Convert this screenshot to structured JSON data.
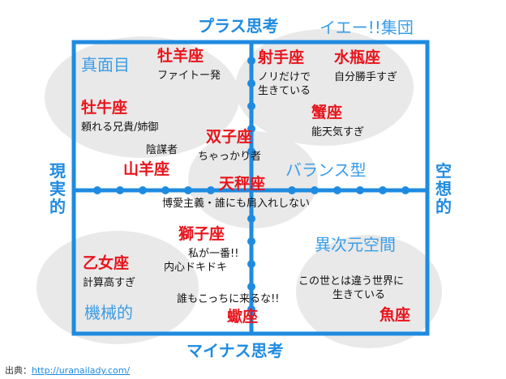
{
  "axes": {
    "top": "プラス思考",
    "bottom": "マイナス思考",
    "left": "現実的",
    "right": "空想的"
  },
  "groups": {
    "top_right": "イエー!!集団",
    "top_left": "真面目",
    "center": "バランス型",
    "bottom_right": "異次元空間",
    "bottom_left": "機械的"
  },
  "signs": {
    "aries": {
      "name": "牡羊座",
      "desc": "ファイトー発"
    },
    "taurus": {
      "name": "牡牛座",
      "desc": "頼れる兄貴/姉御"
    },
    "sagittarius": {
      "name": "射手座",
      "desc": [
        "ノリだけで",
        "生きている"
      ]
    },
    "aquarius": {
      "name": "水瓶座",
      "desc": "自分勝手すぎ"
    },
    "cancer": {
      "name": "蟹座",
      "desc": "能天気すぎ"
    },
    "gemini": {
      "name": "双子座",
      "desc": "ちゃっかり者"
    },
    "capricorn": {
      "name": "山羊座",
      "desc": "陰謀者"
    },
    "libra": {
      "name": "天秤座",
      "desc": "博愛主義・誰にも肩入れしない"
    },
    "leo": {
      "name": "獅子座",
      "desc": [
        "私が一番!!",
        "内心ドキドキ"
      ]
    },
    "virgo": {
      "name": "乙女座",
      "desc": "計算高すぎ"
    },
    "scorpio": {
      "name": "蠍座",
      "desc": "誰もこっちに来るな!!"
    },
    "pisces": {
      "name": "魚座",
      "desc": [
        "この世とは違う世界に",
        "生きている"
      ]
    }
  },
  "source": {
    "label": "出典：",
    "link": "http://uranailady.com/"
  },
  "colors": {
    "line": "#1f8be0",
    "sign": "#e8141c",
    "cloud": "#e9e9e9"
  }
}
